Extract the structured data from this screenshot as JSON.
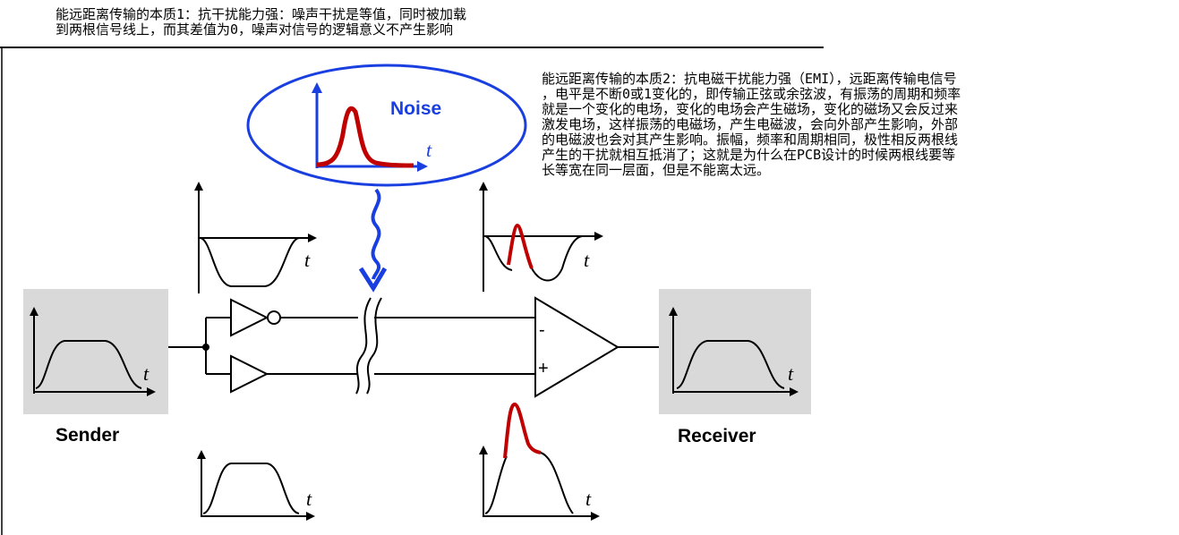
{
  "caption_top_line1": "能远距离传输的本质1：抗干扰能力强：噪声干扰是等值，同时被加载",
  "caption_top_line2": "到两根信号线上，而其差值为0，噪声对信号的逻辑意义不产生影响",
  "caption_right": "能远距离传输的本质2：抗电磁干扰能力强（EMI），远距离传输电信号\n，电平是不断0或1变化的，即传输正弦或余弦波，有振荡的周期和频率\n就是一个变化的电场，变化的电场会产生磁场，变化的磁场又会反过来\n激发电场，这样振荡的电磁场，产生电磁波，会向外部产生影响，外部\n的电磁波也会对其产生影响。振幅，频率和周期相同，极性相反两根线\n产生的干扰就相互抵消了；这就是为什么在PCB设计的时候两根线要等\n长等宽在同一层面，但是不能离太远。",
  "noise_label": "Noise",
  "axis_time": "t",
  "sender_label": "Sender",
  "receiver_label": "Receiver",
  "minus_sign": "-",
  "plus_sign": "+",
  "colors": {
    "noise": "#c00000",
    "arrow": "#1a3fe0",
    "box": "#d9d9d9",
    "ellipse": "#1a3fe0"
  }
}
